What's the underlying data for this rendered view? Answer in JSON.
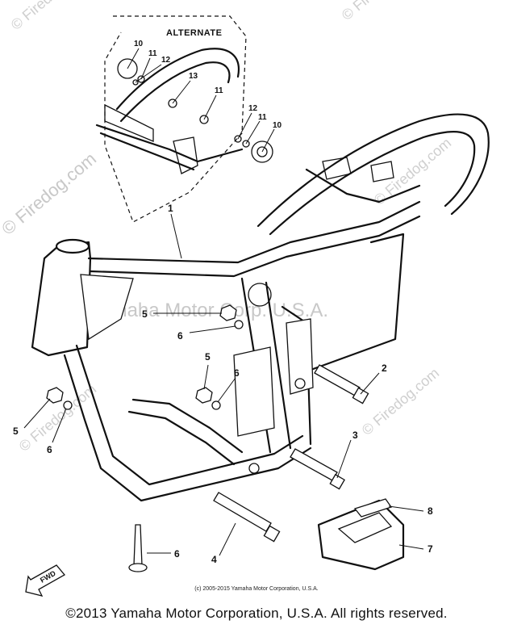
{
  "alternate_label": "ALTERNATE",
  "watermarks": {
    "brand": "© Firedog.com",
    "center": "Yamaha Motor Corp. U.S.A."
  },
  "callouts": [
    {
      "id": "c1",
      "text": "1"
    },
    {
      "id": "c2",
      "text": "2"
    },
    {
      "id": "c3",
      "text": "3"
    },
    {
      "id": "c4",
      "text": "4"
    },
    {
      "id": "c5a",
      "text": "5"
    },
    {
      "id": "c5b",
      "text": "5"
    },
    {
      "id": "c5c",
      "text": "5"
    },
    {
      "id": "c6a",
      "text": "6"
    },
    {
      "id": "c6b",
      "text": "6"
    },
    {
      "id": "c6c",
      "text": "6"
    },
    {
      "id": "c6d",
      "text": "6"
    },
    {
      "id": "c7",
      "text": "7"
    },
    {
      "id": "c8",
      "text": "8"
    },
    {
      "id": "c10a",
      "text": "10"
    },
    {
      "id": "c10b",
      "text": "10"
    },
    {
      "id": "c11a",
      "text": "11"
    },
    {
      "id": "c11b",
      "text": "11"
    },
    {
      "id": "c11c",
      "text": "11"
    },
    {
      "id": "c12a",
      "text": "12"
    },
    {
      "id": "c12b",
      "text": "12"
    },
    {
      "id": "c13",
      "text": "13"
    }
  ],
  "fwd_label": "FWD",
  "copyright_small": "(c) 2005-2015 Yamaha Motor Corporation, U.S.A.",
  "copyright": "©2013 Yamaha Motor Corporation, U.S.A. All rights reserved."
}
